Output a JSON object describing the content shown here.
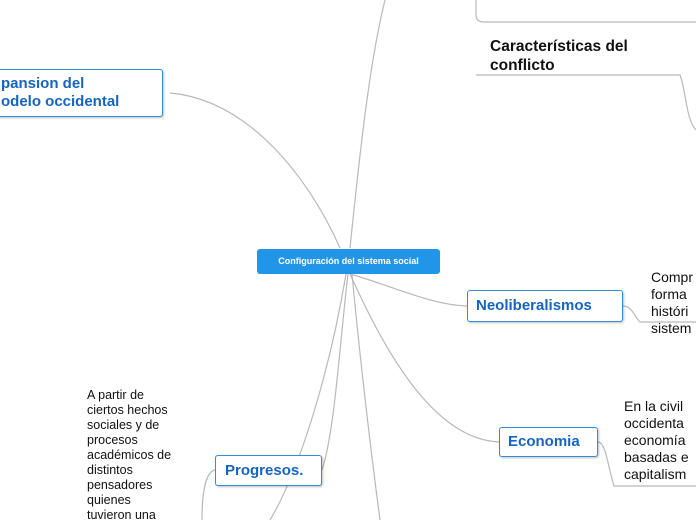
{
  "central": {
    "label": "Configuración del sistema social"
  },
  "nodes": {
    "expansion": {
      "label": "pansion del\nodelo occidental"
    },
    "neoliberalismos": {
      "label": "Neoliberalismos"
    },
    "economia": {
      "label": "Economia"
    },
    "progresos": {
      "label": "Progresos."
    }
  },
  "headings": {
    "caracteristicas": {
      "text": "Características del\nconflicto"
    }
  },
  "notes": {
    "neoliberalismos": {
      "text": "Compr\nforma\nhistóri\nsistem"
    },
    "economia": {
      "text": "En la civil\noccidenta\neconomía\nbasadas e\ncapitalism"
    },
    "progresos": {
      "text": "A partir de\nciertos hechos\nsociales y de\nprocesos\nacadémicos de\ndistintos\npensadores\nquienes\ntuvieron una"
    }
  },
  "colors": {
    "central_fill": "#2196e8",
    "node_border": "#2f8fde",
    "node_text": "#1565c0",
    "connector": "#b9b9b9"
  }
}
